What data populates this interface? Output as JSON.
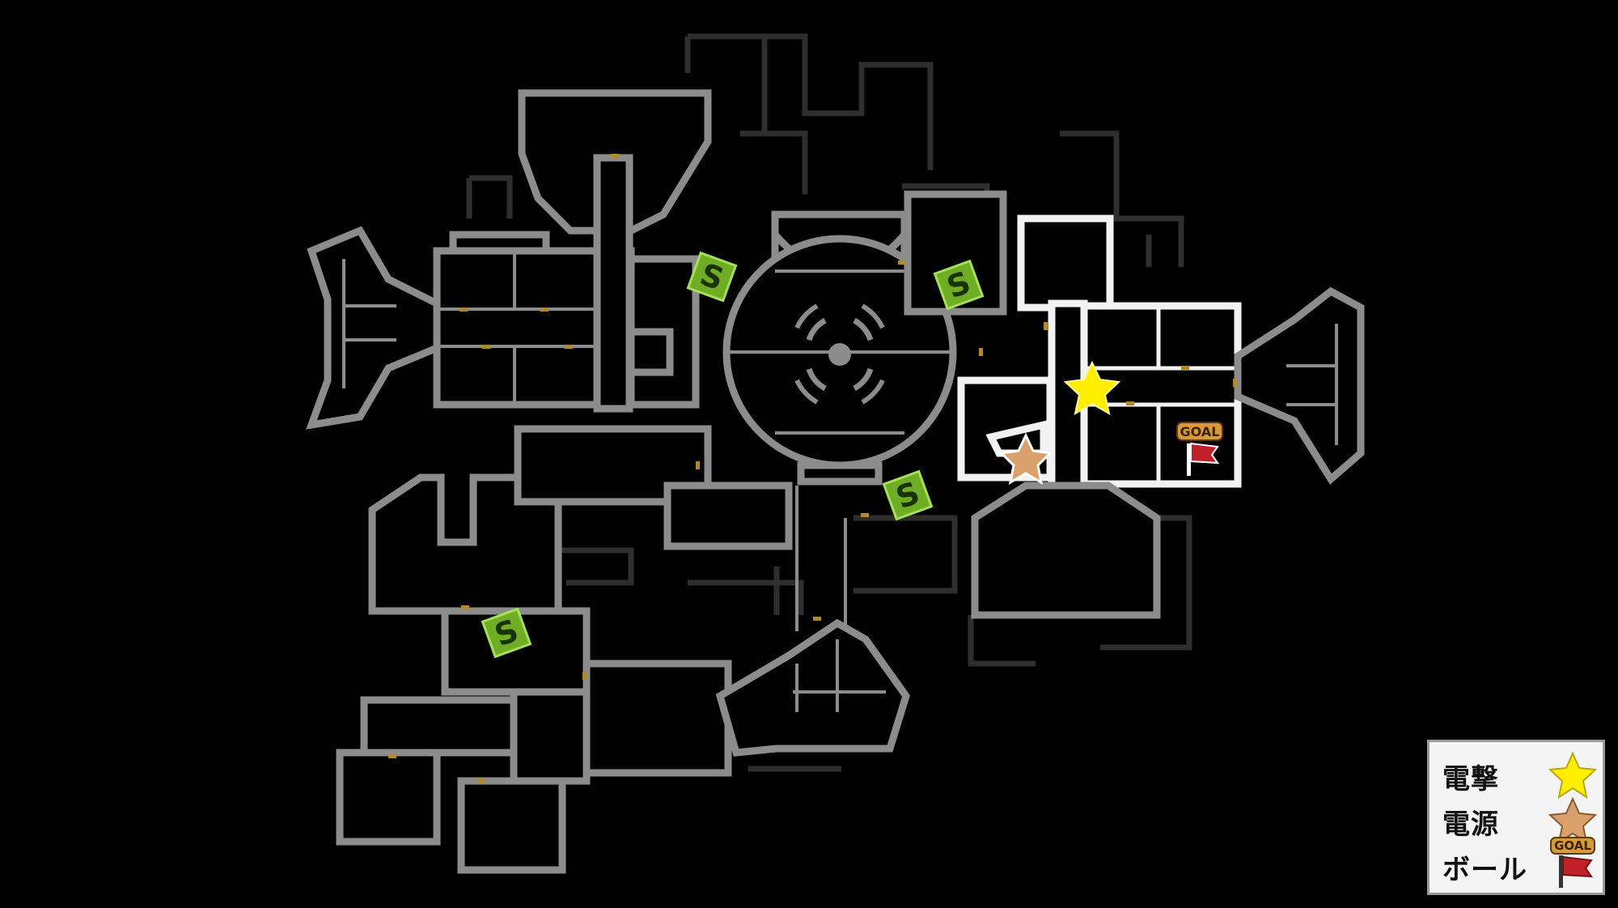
{
  "map": {
    "markers": [
      {
        "kind": "yellow-star",
        "color": "#ffee00"
      },
      {
        "kind": "tan-star",
        "color": "#d9a06b"
      },
      {
        "kind": "goal-flag",
        "color": "#c0202a",
        "label": "GOAL"
      }
    ],
    "save_points": [
      {
        "label": "S",
        "color": "#7fbf2e"
      },
      {
        "label": "S",
        "color": "#7fbf2e"
      },
      {
        "label": "S",
        "color": "#7fbf2e"
      },
      {
        "label": "S",
        "color": "#7fbf2e"
      }
    ]
  },
  "legend": {
    "items": [
      {
        "label": "電撃",
        "icon": "yellow-star-icon",
        "color": "#ffee00"
      },
      {
        "label": "電源",
        "icon": "tan-star-icon",
        "color": "#d9a06b"
      },
      {
        "label": "ボール",
        "icon": "goal-flag-icon",
        "color": "#c0202a",
        "badge": "GOAL"
      }
    ]
  }
}
